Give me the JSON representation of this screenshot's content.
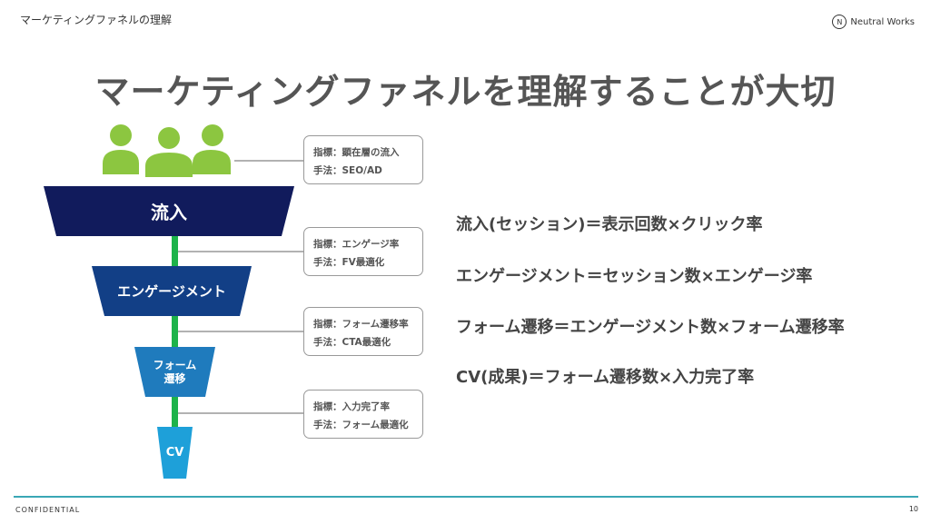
{
  "header": {
    "section_title": "マーケティングファネルの理解",
    "logo_text": "Neutral Works"
  },
  "title": "マーケティングファネルを理解することが大切",
  "funnel": {
    "stages": [
      {
        "label": "流入",
        "color": "#111b5c"
      },
      {
        "label": "エンゲージメント",
        "color": "#123f86"
      },
      {
        "label_line1": "フォーム",
        "label_line2": "遷移",
        "color": "#1f7bbd"
      },
      {
        "label": "CV",
        "color": "#1ea0d9"
      }
    ],
    "boxes": [
      {
        "metric": "指標：顕在層の流入",
        "method": "手法：SEO/AD"
      },
      {
        "metric": "指標：エンゲージ率",
        "method": "手法：FV最適化"
      },
      {
        "metric": "指標：フォーム遷移率",
        "method": "手法：CTA最適化"
      },
      {
        "metric": "指標：入力完了率",
        "method": "手法：フォーム最適化"
      }
    ],
    "people_color": "#8cc640",
    "line_color": "#1db34a"
  },
  "formulas": [
    "流入(セッション)＝表示回数×クリック率",
    "エンゲージメント＝セッション数×エンゲージ率",
    "フォーム遷移＝エンゲージメント数×フォーム遷移率",
    "CV(成果)＝フォーム遷移数×入力完了率"
  ],
  "footer": {
    "confidential": "CONFIDENTIAL",
    "page_number": "10"
  }
}
